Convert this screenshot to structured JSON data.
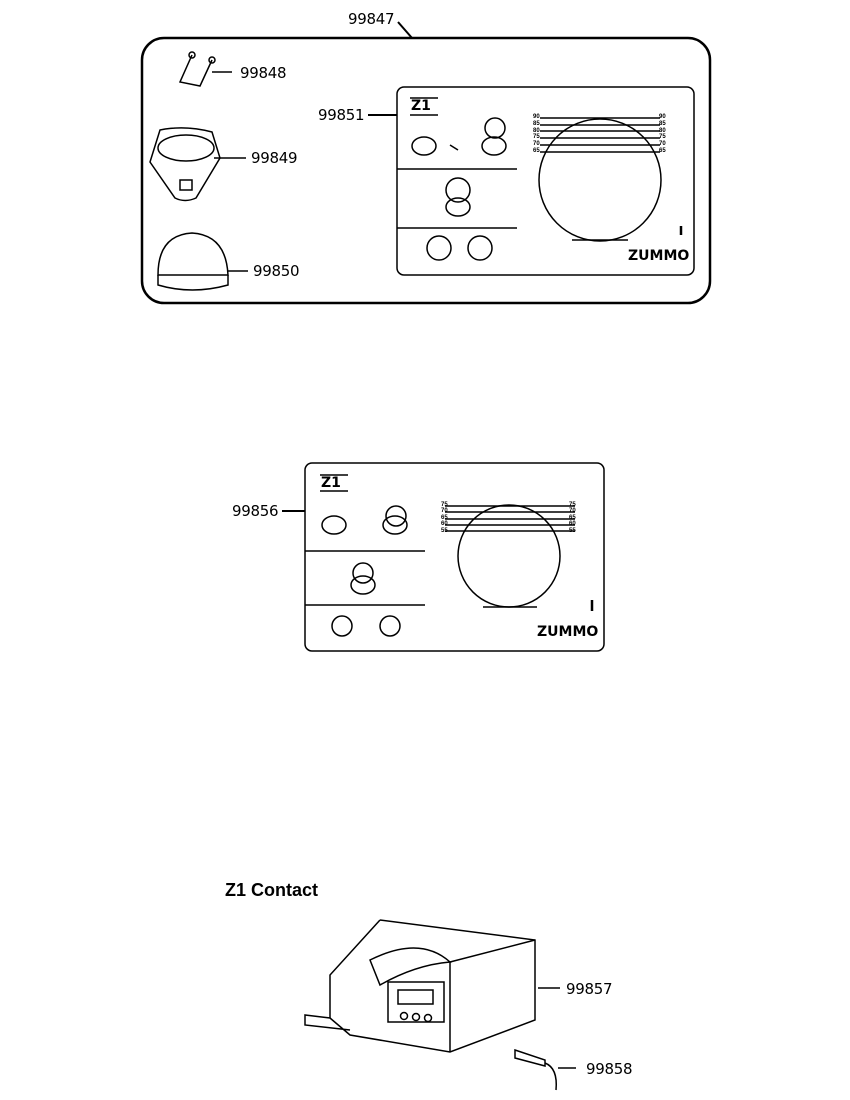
{
  "labels": {
    "kit": "99847",
    "u_bolt": "99848",
    "holder": "99849",
    "dome": "99850",
    "chart_large": "99851",
    "chart_small": "99856",
    "contact_unit": "99857",
    "cable": "99858"
  },
  "section_title": "Z1 Contact",
  "chart_large": {
    "heading": "Z1",
    "scale": [
      "90",
      "85",
      "80",
      "75",
      "70",
      "65"
    ],
    "logo": "ZUMMO"
  },
  "chart_small": {
    "heading": "Z1",
    "scale": [
      "75",
      "70",
      "65",
      "60",
      "55"
    ],
    "logo": "ZUMMO"
  }
}
